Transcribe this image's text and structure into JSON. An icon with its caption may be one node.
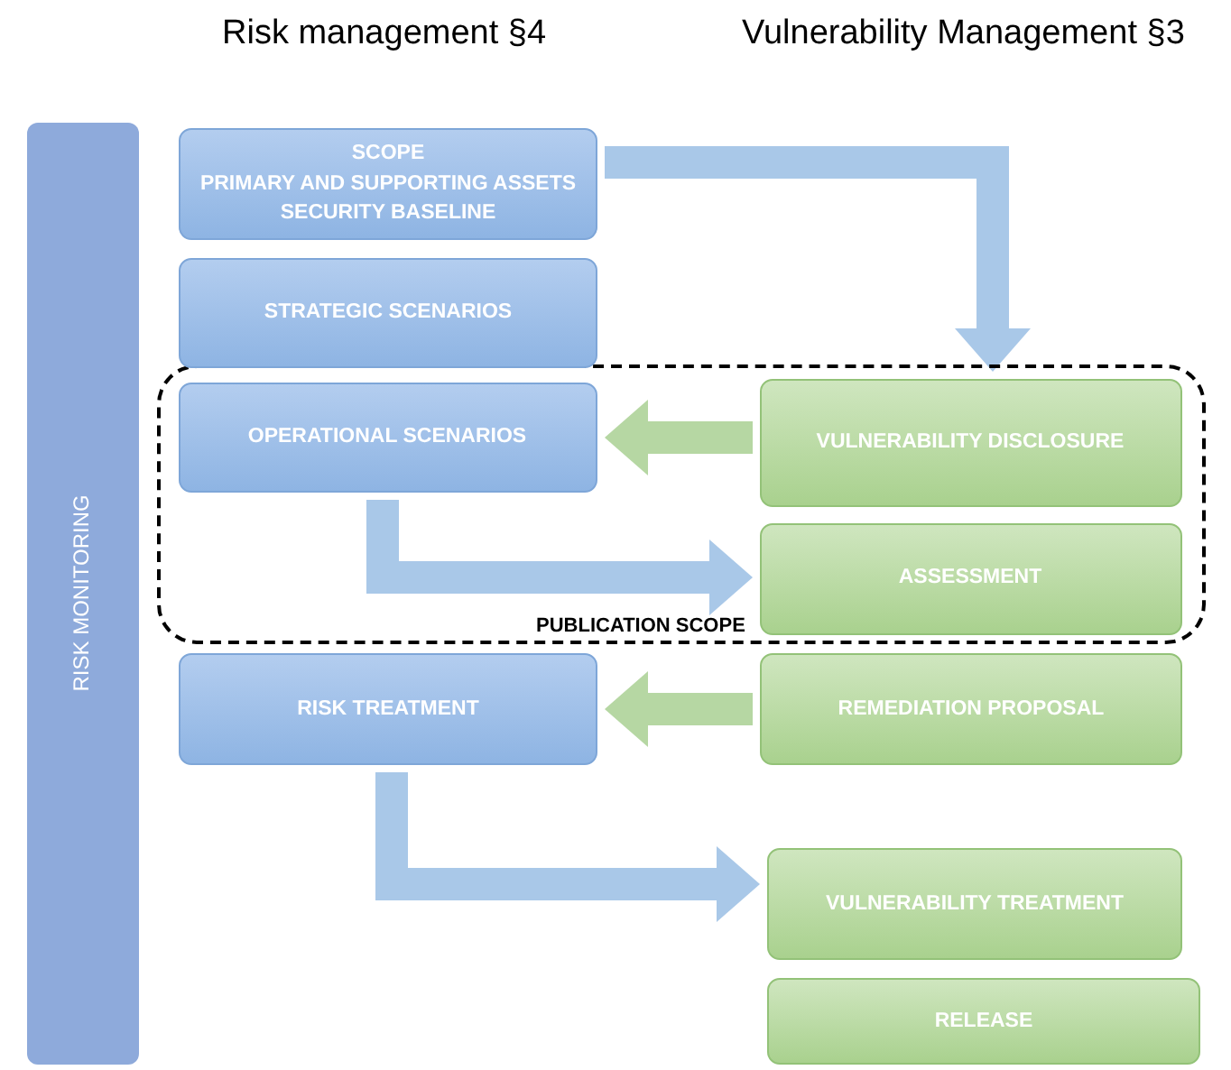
{
  "diagram": {
    "nodes": [
      {
        "text": [
          "RISK MONITORING"
        ]
      },
      {
        "text": [
          "SCOPE",
          "PRIMARY AND SUPPORTING ASSETS",
          "SECURITY BASELINE"
        ]
      },
      {
        "text": [
          "STRATEGIC SCENARIOS"
        ]
      },
      {
        "text": [
          "PUBLICATION SCOPE"
        ]
      },
      {
        "text": [
          "OPERATIONAL SCENARIOS"
        ],
        "in": 3
      },
      {
        "text": [
          "VULNERABILITY DISCLOSURE"
        ],
        "in": 3
      },
      {
        "text": [
          "ASSESSMENT"
        ],
        "in": 3
      },
      {
        "text": [
          "RISK TREATMENT"
        ]
      },
      {
        "text": [
          "REMEDIATION PROPOSAL"
        ]
      },
      {
        "text": [
          "VULNERABILITY TREATMENT"
        ]
      },
      {
        "text": [
          "RELEASE"
        ]
      }
    ],
    "edges": [
      {
        "from": 1,
        "to": 5,
        "arrow": "to"
      },
      {
        "from": 5,
        "to": 4,
        "arrow": "to",
        "color": "#b6d7a3"
      },
      {
        "from": 4,
        "to": 6,
        "arrow": "to"
      },
      {
        "from": 8,
        "to": 7,
        "arrow": "to",
        "color": "#b6d7a3"
      },
      {
        "from": 7,
        "to": 9,
        "arrow": "to"
      }
    ],
    "labels": [
      "Risk management §4",
      "Vulnerability Management §3"
    ]
  }
}
